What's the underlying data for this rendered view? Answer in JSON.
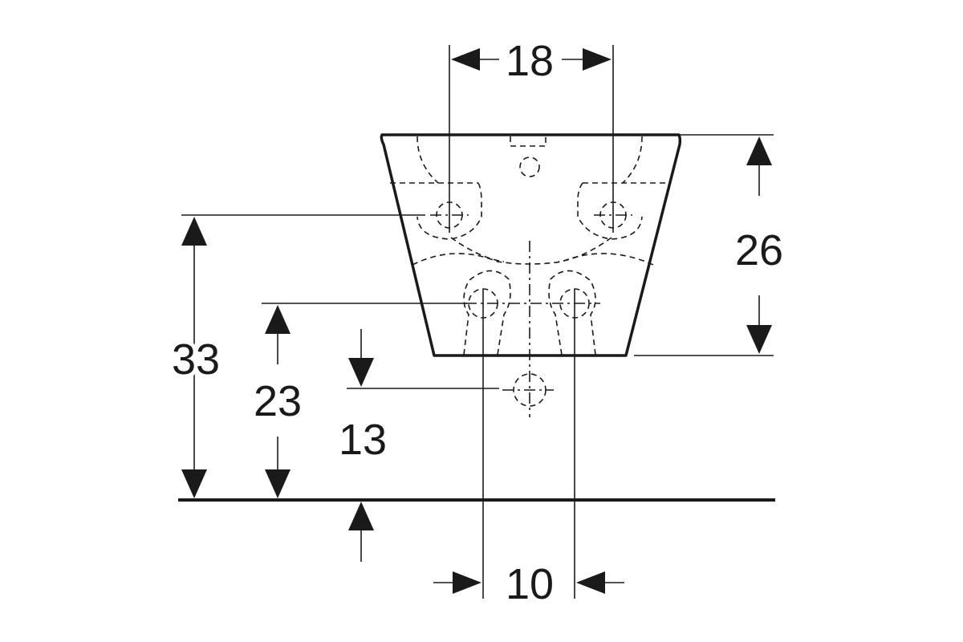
{
  "dimensions": {
    "top_spacing": "18",
    "bowl_height": "26",
    "upper_fixing_height": "33",
    "lower_fixing_height": "23",
    "supply_height": "13",
    "bottom_spacing": "10"
  },
  "colors": {
    "line": "#1a1a1a",
    "background": "#ffffff"
  }
}
